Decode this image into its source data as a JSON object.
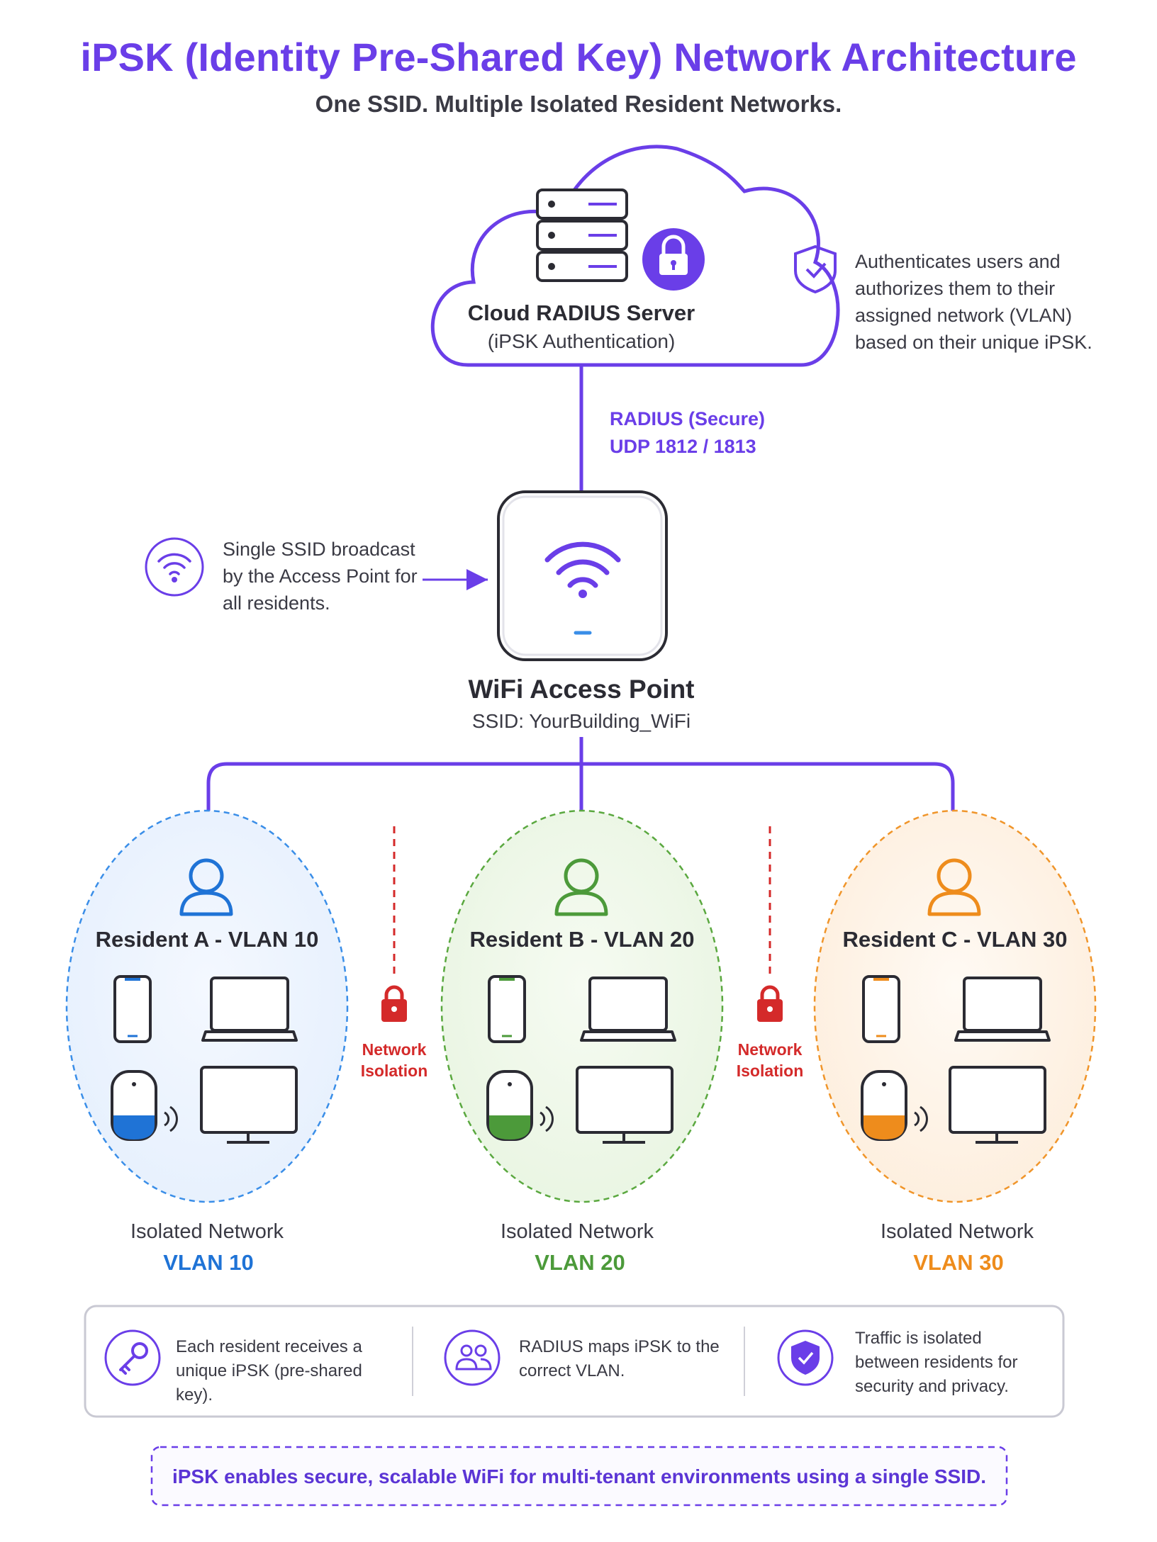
{
  "title": "iPSK (Identity Pre-Shared Key) Network Architecture",
  "subtitle": "One SSID. Multiple Isolated Resident Networks.",
  "server": {
    "title": "Cloud RADIUS Server",
    "subtitle": "(iPSK Authentication)",
    "auth_note": "Authenticates users and authorizes them to their assigned network (VLAN) based on their unique iPSK."
  },
  "link": {
    "line1": "RADIUS (Secure)",
    "line2": "UDP 1812 / 1813"
  },
  "access_point": {
    "ssid_note": "Single SSID broadcast by the Access Point for all residents.",
    "title": "WiFi Access Point",
    "ssid": "SSID: YourBuilding_WiFi"
  },
  "residents": [
    {
      "title": "Resident A - VLAN 10",
      "iso": "Isolated Network",
      "vlan": "VLAN 10",
      "color": "#1f73d6"
    },
    {
      "title": "Resident B - VLAN 20",
      "iso": "Isolated Network",
      "vlan": "VLAN 20",
      "color": "#4c9a3a"
    },
    {
      "title": "Resident C - VLAN 30",
      "iso": "Isolated Network",
      "vlan": "VLAN 30",
      "color": "#ee8c1c"
    }
  ],
  "isolation_label": [
    "Network",
    "Isolation"
  ],
  "info": [
    {
      "text": "Each resident receives a unique iPSK (pre-shared key).",
      "icon": "key-icon"
    },
    {
      "text": "RADIUS maps iPSK to the correct VLAN.",
      "icon": "users-icon"
    },
    {
      "text": "Traffic is isolated between residents for security and privacy.",
      "icon": "shield-check-icon"
    }
  ],
  "footer": "iPSK enables secure, scalable WiFi for multi-tenant environments using a single SSID.",
  "colors": {
    "accent": "#6a3ee8",
    "isolation": "#d42a2a"
  }
}
